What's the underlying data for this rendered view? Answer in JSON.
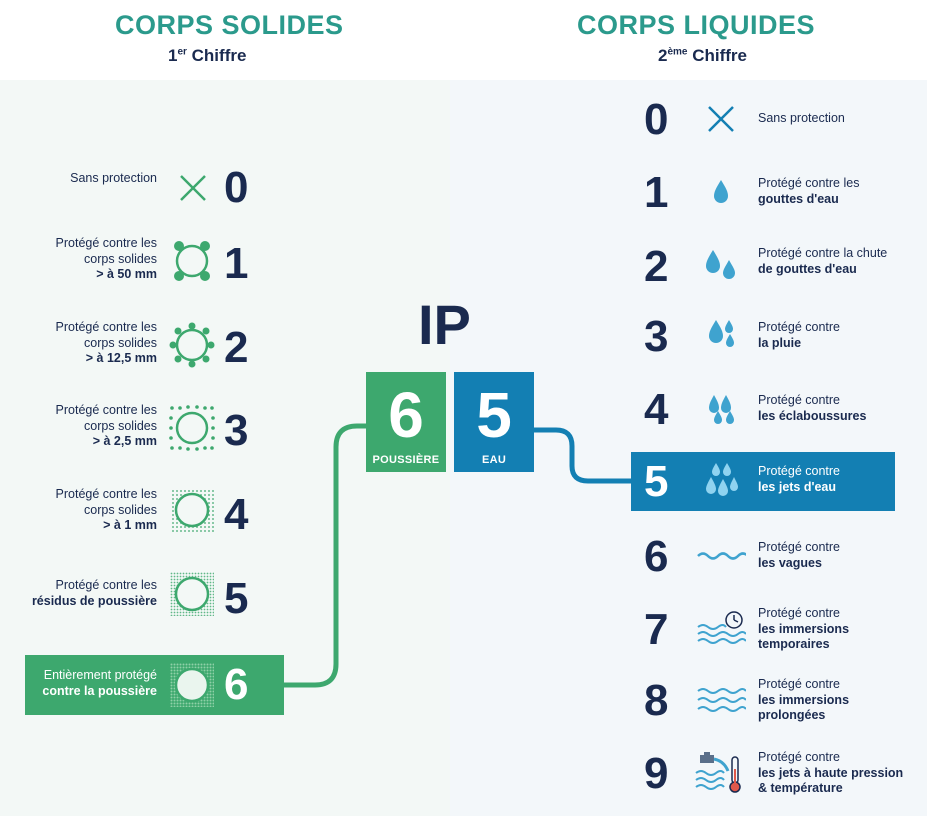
{
  "header": {
    "left_title": "CORPS SOLIDES",
    "left_sub_num": "1",
    "left_sub_sup": "er",
    "left_sub_text": " Chiffre",
    "right_title": "CORPS LIQUIDES",
    "right_sub_num": "2",
    "right_sub_sup": "ème",
    "right_sub_text": " Chiffre"
  },
  "ip": {
    "title": "IP",
    "first_digit": "6",
    "first_label": "POUSSIÈRE",
    "second_digit": "5",
    "second_label": "EAU"
  },
  "solids": [
    {
      "num": "0",
      "line1": "",
      "line2": "",
      "line3": "Sans protection",
      "bold": ""
    },
    {
      "num": "1",
      "line1": "Protégé contre les",
      "line2": "corps solides",
      "line3": "",
      "bold": "> à 50 mm"
    },
    {
      "num": "2",
      "line1": "Protégé contre les",
      "line2": "corps solides",
      "line3": "",
      "bold": "> à 12,5 mm"
    },
    {
      "num": "3",
      "line1": "Protégé contre les",
      "line2": "corps solides",
      "line3": "",
      "bold": "> à 2,5 mm"
    },
    {
      "num": "4",
      "line1": "Protégé contre les",
      "line2": "corps solides",
      "line3": "",
      "bold": "> à 1 mm"
    },
    {
      "num": "5",
      "line1": "",
      "line2": "Protégé contre les",
      "line3": "",
      "bold": "résidus de poussière"
    },
    {
      "num": "6",
      "line1": "",
      "line2": "Entièrement protégé",
      "line3": "",
      "bold": "contre la poussière"
    }
  ],
  "liquids": [
    {
      "num": "0",
      "plain": "Sans protection",
      "bold": "",
      "bold2": ""
    },
    {
      "num": "1",
      "plain": "Protégé contre les",
      "bold": "gouttes d'eau",
      "bold2": ""
    },
    {
      "num": "2",
      "plain": "Protégé contre la chute",
      "bold": "de gouttes d'eau",
      "bold2": ""
    },
    {
      "num": "3",
      "plain": "Protégé contre",
      "bold": "la pluie",
      "bold2": ""
    },
    {
      "num": "4",
      "plain": "Protégé contre",
      "bold": "les éclaboussures",
      "bold2": ""
    },
    {
      "num": "5",
      "plain": "Protégé contre",
      "bold": "les jets d'eau",
      "bold2": ""
    },
    {
      "num": "6",
      "plain": "Protégé contre",
      "bold": "les vagues",
      "bold2": ""
    },
    {
      "num": "7",
      "plain": "Protégé contre",
      "bold": "les immersions",
      "bold2": "temporaires"
    },
    {
      "num": "8",
      "plain": "Protégé contre",
      "bold": "les immersions",
      "bold2": "prolongées"
    },
    {
      "num": "9",
      "plain": "Protégé contre",
      "bold": "les jets à haute pression",
      "bold2": "& température"
    }
  ],
  "colors": {
    "teal": "#2b9a8c",
    "green": "#3da86e",
    "blue": "#137fb3",
    "navy": "#1a2a4f",
    "drop": "#3fa3cf"
  },
  "icons": {
    "left": [
      "x-mark-icon",
      "large-dots-circle-icon",
      "medium-dots-circle-icon",
      "small-dots-circle-icon",
      "fine-mesh-circle-icon",
      "dust-mesh-circle-icon",
      "dense-mesh-circle-icon"
    ],
    "right": [
      "x-mark-icon",
      "single-drop-icon",
      "two-drops-icon",
      "three-drops-icon",
      "four-drops-icon",
      "five-drops-icon",
      "wave-icon",
      "waves-timer-icon",
      "triple-waves-icon",
      "pressure-jet-thermometer-icon"
    ]
  }
}
